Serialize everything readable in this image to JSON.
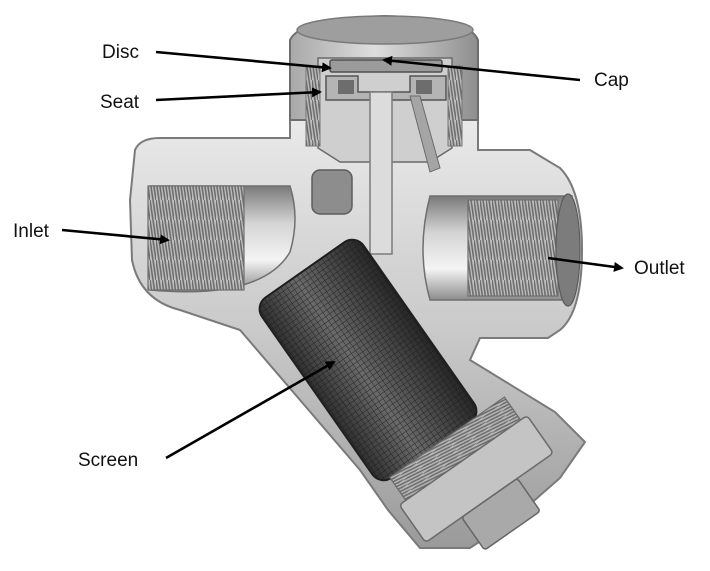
{
  "labels": {
    "disc": "Disc",
    "seat": "Seat",
    "cap": "Cap",
    "inlet": "Inlet",
    "outlet": "Outlet",
    "screen": "Screen"
  },
  "colors": {
    "background": "#ffffff",
    "metal_light": "#e6e6e6",
    "metal_mid": "#bdbdbd",
    "metal_dark": "#8a8a8a",
    "metal_shadow": "#5d5d5d",
    "screen_mesh": "#3a3a3a",
    "arrow": "#000000"
  }
}
